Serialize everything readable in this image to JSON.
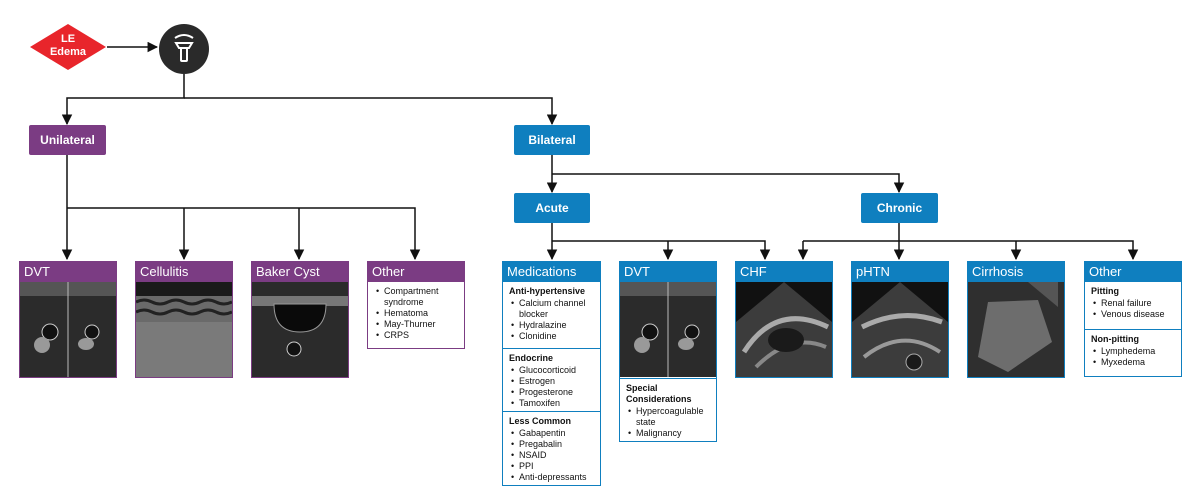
{
  "start": {
    "label": "LE\nEdema",
    "label_line1": "LE",
    "label_line2": "Edema",
    "color": "#e8252b"
  },
  "probe": {
    "icon": "ultrasound-probe-icon"
  },
  "colors": {
    "unilateral": "#7b3c83",
    "bilateral": "#0f7fbf",
    "start": "#e8252b",
    "probe": "#2a2a2a"
  },
  "unilateral": {
    "label": "Unilateral",
    "children": [
      {
        "title": "DVT",
        "image": "ultrasound-compression-image"
      },
      {
        "title": "Cellulitis",
        "image": "ultrasound-cobblestone-image"
      },
      {
        "title": "Baker Cyst",
        "image": "ultrasound-cyst-image"
      },
      {
        "title": "Other",
        "items": [
          "Compartment syndrome",
          "Hematoma",
          "May-Thurner",
          "CRPS"
        ]
      }
    ]
  },
  "bilateral": {
    "label": "Bilateral",
    "acute": {
      "label": "Acute",
      "medications": {
        "title": "Medications",
        "sections": [
          {
            "heading": "Anti-hypertensive",
            "items": [
              "Calcium channel blocker",
              "Hydralazine",
              "Clonidine"
            ]
          },
          {
            "heading": "Endocrine",
            "items": [
              "Glucocorticoid",
              "Estrogen",
              "Progesterone",
              "Tamoxifen"
            ]
          },
          {
            "heading": "Less Common",
            "items": [
              "Gabapentin",
              "Pregabalin",
              "NSAID",
              "PPI",
              "Anti-depressants"
            ]
          }
        ]
      },
      "dvt": {
        "title": "DVT",
        "special_heading": "Special Considerations",
        "special_items": [
          "Hypercoagulable state",
          "Malignancy"
        ]
      },
      "chf": {
        "title": "CHF",
        "image": "cardiac-ultrasound-image"
      }
    },
    "chronic": {
      "label": "Chronic",
      "phtn": {
        "title": "pHTN",
        "image": "cardiac-ultrasound-image"
      },
      "cirrhosis": {
        "title": "Cirrhosis",
        "image": "liver-ultrasound-image"
      },
      "other": {
        "title": "Other",
        "sections": [
          {
            "heading": "Pitting",
            "items": [
              "Renal failure",
              "Venous disease"
            ]
          },
          {
            "heading": "Non-pitting",
            "items": [
              "Lymphedema",
              "Myxedema"
            ]
          }
        ]
      }
    }
  }
}
